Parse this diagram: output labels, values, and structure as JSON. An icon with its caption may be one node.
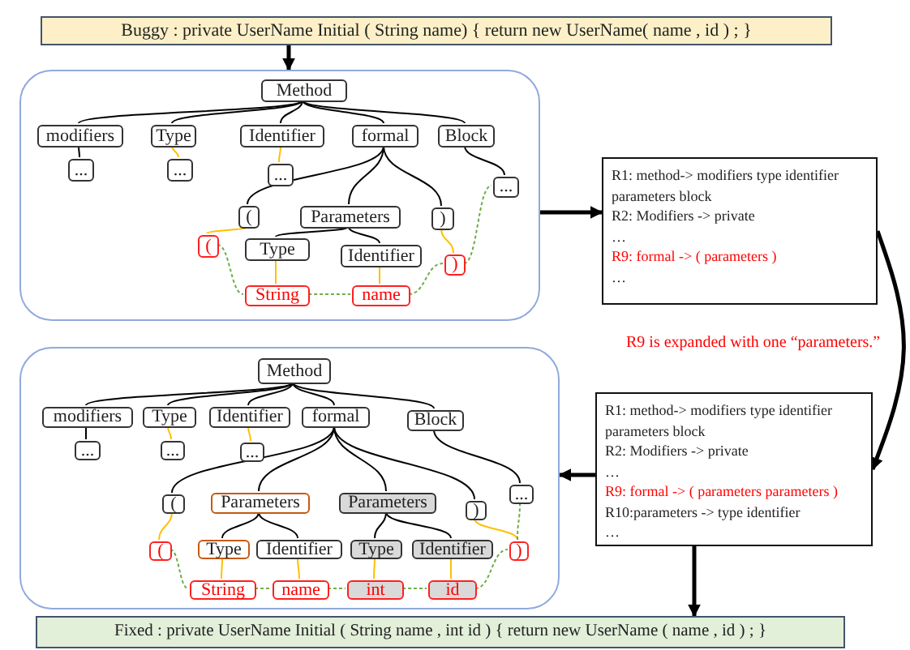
{
  "diagram": {
    "nodes": [
      {
        "text": [
          "Buggy : private UserName Initial ( String name) { return new UserName( name , id ) ; }"
        ]
      },
      {
        "text": [],
        "shape": "box"
      },
      {
        "text": [
          "Method"
        ],
        "in": 1
      },
      {
        "text": [
          "modifiers"
        ],
        "in": 1
      },
      {
        "text": [
          "Type"
        ],
        "in": 1
      },
      {
        "text": [
          "Identifier"
        ],
        "in": 1
      },
      {
        "text": [
          "formal"
        ],
        "in": 1
      },
      {
        "text": [
          "Block"
        ],
        "in": 1
      },
      {
        "text": [
          "..."
        ],
        "in": 1
      },
      {
        "text": [
          "..."
        ],
        "in": 1
      },
      {
        "text": [
          "..."
        ],
        "in": 1
      },
      {
        "text": [
          "("
        ],
        "in": 1
      },
      {
        "text": [
          "Parameters"
        ],
        "in": 1
      },
      {
        "text": [
          ")"
        ],
        "in": 1
      },
      {
        "text": [
          "..."
        ],
        "in": 1
      },
      {
        "text": [
          "("
        ],
        "in": 1
      },
      {
        "text": [
          "Type"
        ],
        "in": 1
      },
      {
        "text": [
          "Identifier"
        ],
        "in": 1
      },
      {
        "text": [
          ")"
        ],
        "in": 1
      },
      {
        "text": [
          "String"
        ],
        "in": 1
      },
      {
        "text": [
          "name"
        ],
        "in": 1
      },
      {
        "text": [
          "R1: method-> modifiers type identifier parameters block",
          "R2: Modifiers -> private",
          "…",
          "R9: formal -> ( parameters )",
          "…"
        ]
      },
      {
        "text": [],
        "shape": "box"
      },
      {
        "text": [
          "Method"
        ],
        "in": 22
      },
      {
        "text": [
          "modifiers"
        ],
        "in": 22
      },
      {
        "text": [
          "Type"
        ],
        "in": 22
      },
      {
        "text": [
          "Identifier"
        ],
        "in": 22
      },
      {
        "text": [
          "formal"
        ],
        "in": 22
      },
      {
        "text": [
          "Block"
        ],
        "in": 22
      },
      {
        "text": [
          "..."
        ],
        "in": 22
      },
      {
        "text": [
          "..."
        ],
        "in": 22
      },
      {
        "text": [
          "..."
        ],
        "in": 22
      },
      {
        "text": [
          "("
        ],
        "in": 22
      },
      {
        "text": [
          "Parameters"
        ],
        "in": 22
      },
      {
        "text": [
          "Parameters"
        ],
        "in": 22
      },
      {
        "text": [
          ")"
        ],
        "in": 22
      },
      {
        "text": [
          "..."
        ],
        "in": 22
      },
      {
        "text": [
          "("
        ],
        "in": 22
      },
      {
        "text": [
          "Type"
        ],
        "in": 22
      },
      {
        "text": [
          "Identifier"
        ],
        "in": 22
      },
      {
        "text": [
          "Type"
        ],
        "in": 22
      },
      {
        "text": [
          "Identifier"
        ],
        "in": 22
      },
      {
        "text": [
          ")"
        ],
        "in": 22
      },
      {
        "text": [
          "String"
        ],
        "in": 22
      },
      {
        "text": [
          "name"
        ],
        "in": 22
      },
      {
        "text": [
          "int"
        ],
        "in": 22
      },
      {
        "text": [
          "id"
        ],
        "in": 22
      },
      {
        "text": [
          "R1: method-> modifiers type identifier parameters block",
          "R2: Modifiers -> private",
          "…",
          "R9: formal -> ( parameters parameters )",
          "R10:parameters -> type identifier",
          "…"
        ]
      },
      {
        "text": [
          "Fixed : private UserName Initial ( String name , int id ) { return new UserName ( name , id ) ; }"
        ]
      }
    ],
    "edges": [
      {
        "from": 0,
        "to": 1,
        "arrow": "to",
        "style": "thick"
      },
      {
        "from": 2,
        "to": 3,
        "arrow": "none"
      },
      {
        "from": 2,
        "to": 4,
        "arrow": "none"
      },
      {
        "from": 2,
        "to": 5,
        "arrow": "none"
      },
      {
        "from": 2,
        "to": 6,
        "arrow": "none"
      },
      {
        "from": 2,
        "to": 7,
        "arrow": "none"
      },
      {
        "from": 3,
        "to": 8,
        "arrow": "none"
      },
      {
        "from": 4,
        "to": 9,
        "arrow": "none",
        "color": "#ffc000"
      },
      {
        "from": 5,
        "to": 10,
        "arrow": "none",
        "color": "#ffc000"
      },
      {
        "from": 7,
        "to": 14,
        "arrow": "none"
      },
      {
        "from": 6,
        "to": 11,
        "arrow": "none"
      },
      {
        "from": 6,
        "to": 12,
        "arrow": "none"
      },
      {
        "from": 6,
        "to": 13,
        "arrow": "none"
      },
      {
        "from": 11,
        "to": 15,
        "arrow": "none",
        "color": "#ffc000"
      },
      {
        "from": 12,
        "to": 16,
        "arrow": "none"
      },
      {
        "from": 12,
        "to": 17,
        "arrow": "none"
      },
      {
        "from": 16,
        "to": 19,
        "arrow": "none",
        "color": "#ffc000"
      },
      {
        "from": 17,
        "to": 20,
        "arrow": "none",
        "color": "#ffc000"
      },
      {
        "from": 13,
        "to": 18,
        "arrow": "none",
        "color": "#ffc000"
      },
      {
        "from": 15,
        "to": 19,
        "arrow": "none",
        "style": "dashed",
        "color": "#70ad47"
      },
      {
        "from": 19,
        "to": 20,
        "arrow": "none",
        "style": "dashed",
        "color": "#70ad47"
      },
      {
        "from": 20,
        "to": 18,
        "arrow": "none",
        "style": "dashed",
        "color": "#70ad47"
      },
      {
        "from": 18,
        "to": 14,
        "arrow": "none",
        "style": "dashed",
        "color": "#70ad47"
      },
      {
        "from": 1,
        "to": 21,
        "arrow": "to",
        "style": "thick"
      },
      {
        "from": 21,
        "to": 47,
        "arrow": "to",
        "style": "thick"
      },
      {
        "from": 47,
        "to": 22,
        "arrow": "to",
        "style": "thick"
      },
      {
        "from": 23,
        "to": 24,
        "arrow": "none"
      },
      {
        "from": 23,
        "to": 25,
        "arrow": "none"
      },
      {
        "from": 23,
        "to": 26,
        "arrow": "none"
      },
      {
        "from": 23,
        "to": 27,
        "arrow": "none"
      },
      {
        "from": 23,
        "to": 28,
        "arrow": "none"
      },
      {
        "from": 24,
        "to": 29,
        "arrow": "none"
      },
      {
        "from": 25,
        "to": 30,
        "arrow": "none",
        "color": "#ffc000"
      },
      {
        "from": 26,
        "to": 31,
        "arrow": "none",
        "color": "#ffc000"
      },
      {
        "from": 28,
        "to": 36,
        "arrow": "none"
      },
      {
        "from": 27,
        "to": 32,
        "arrow": "none"
      },
      {
        "from": 27,
        "to": 33,
        "arrow": "none"
      },
      {
        "from": 27,
        "to": 34,
        "arrow": "none"
      },
      {
        "from": 27,
        "to": 35,
        "arrow": "none"
      },
      {
        "from": 32,
        "to": 37,
        "arrow": "none",
        "color": "#ffc000"
      },
      {
        "from": 33,
        "to": 38,
        "arrow": "none"
      },
      {
        "from": 33,
        "to": 39,
        "arrow": "none"
      },
      {
        "from": 34,
        "to": 40,
        "arrow": "none"
      },
      {
        "from": 34,
        "to": 41,
        "arrow": "none"
      },
      {
        "from": 38,
        "to": 43,
        "arrow": "none",
        "color": "#ffc000"
      },
      {
        "from": 39,
        "to": 44,
        "arrow": "none",
        "color": "#ffc000"
      },
      {
        "from": 40,
        "to": 45,
        "arrow": "none",
        "color": "#ffc000"
      },
      {
        "from": 41,
        "to": 46,
        "arrow": "none",
        "color": "#ffc000"
      },
      {
        "from": 35,
        "to": 42,
        "arrow": "none",
        "color": "#ffc000"
      },
      {
        "from": 37,
        "to": 43,
        "arrow": "none",
        "style": "dashed",
        "color": "#70ad47"
      },
      {
        "from": 43,
        "to": 44,
        "arrow": "none",
        "style": "dashed",
        "color": "#70ad47"
      },
      {
        "from": 44,
        "to": 45,
        "arrow": "none",
        "style": "dashed",
        "color": "#70ad47"
      },
      {
        "from": 45,
        "to": 46,
        "arrow": "none",
        "style": "dashed",
        "color": "#70ad47"
      },
      {
        "from": 46,
        "to": 42,
        "arrow": "none",
        "style": "dashed",
        "color": "#70ad47"
      },
      {
        "from": 42,
        "to": 36,
        "arrow": "none",
        "style": "dashed",
        "color": "#70ad47"
      },
      {
        "from": 47,
        "to": 48,
        "arrow": "to",
        "style": "thick"
      }
    ],
    "labels": [
      "R9 is expanded with one “parameters.”"
    ]
  }
}
